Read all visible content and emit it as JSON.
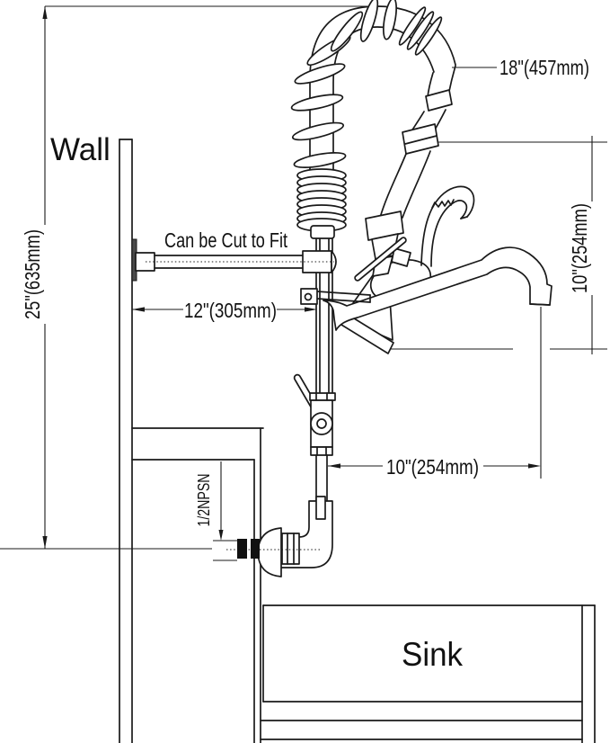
{
  "diagram": {
    "type": "pre-rinse-faucet-installation-drawing",
    "labels": {
      "wall": "Wall",
      "sink": "Sink",
      "cut_to_fit": "Can be Cut to Fit",
      "inlet_thread": "1/2NPSN"
    },
    "dimensions": {
      "overall_height": "25\"(635mm)",
      "hose_length": "18\"(457mm)",
      "wall_bracket_length": "12\"(305mm)",
      "spout_drop_height": "10\"(254mm)",
      "spout_reach": "10\"(254mm)"
    },
    "colors": {
      "ink": "#1a1a1a",
      "paper": "#ffffff"
    }
  }
}
